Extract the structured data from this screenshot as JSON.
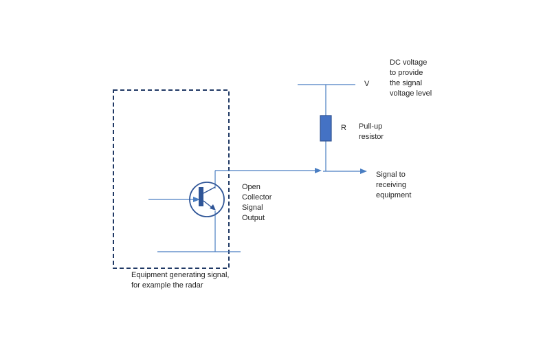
{
  "labels": {
    "dc_voltage": [
      "DC voltage",
      "to provide",
      "the signal",
      "voltage level"
    ],
    "v": "V",
    "r": "R",
    "pullup": [
      "Pull-up",
      "resistor"
    ],
    "signal_to": [
      "Signal to",
      "receiving",
      "equipment"
    ],
    "open_collector": [
      "Open",
      "Collector",
      "Signal",
      "Output"
    ],
    "equipment": [
      "Equipment generating signal,",
      "for example the radar"
    ]
  },
  "colors": {
    "wire": "#4a7ec2",
    "resistor_fill": "#4472c4",
    "resistor_stroke": "#2f528f",
    "transistor": "#2f5597",
    "box": "#1f3864"
  }
}
